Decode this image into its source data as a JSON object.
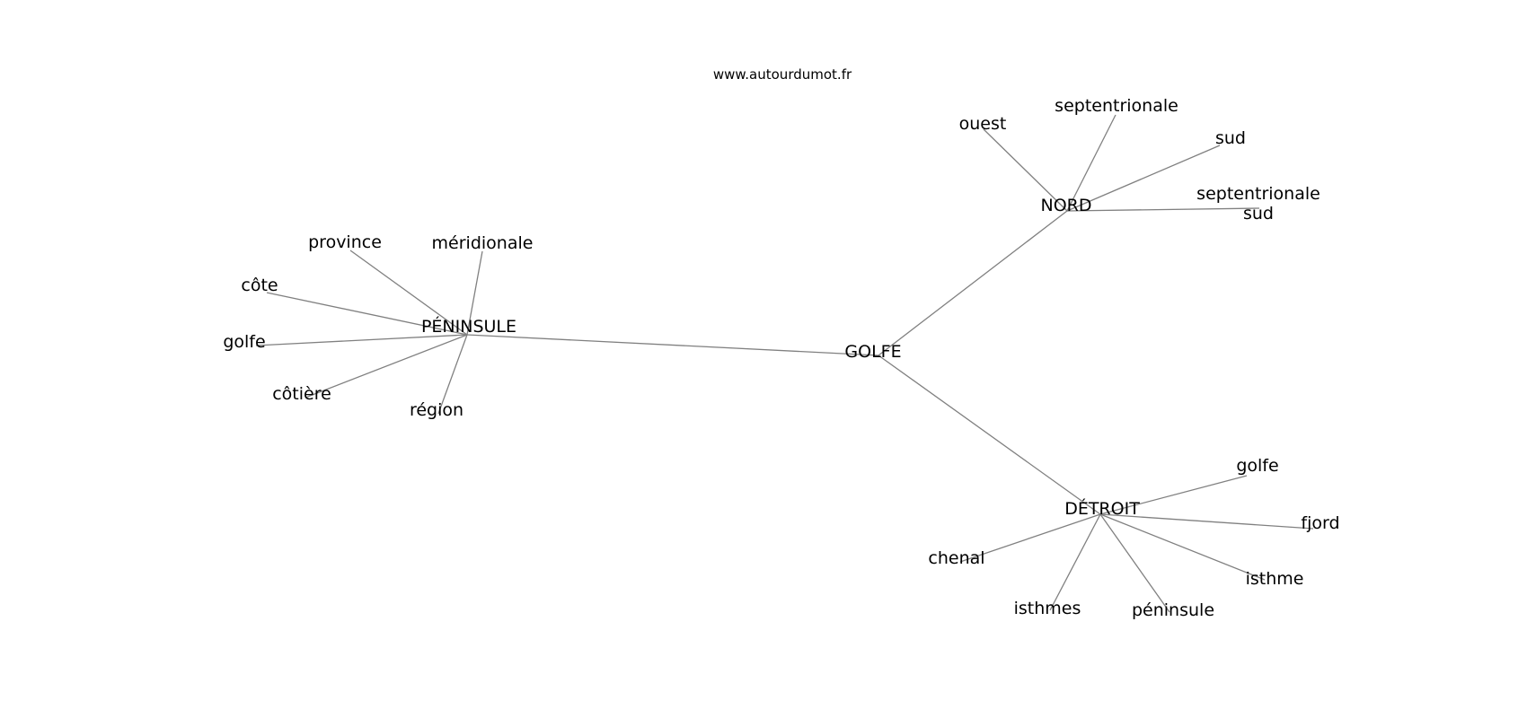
{
  "header": {
    "site": "www.autourdumot.fr"
  },
  "graph": {
    "nodes": [
      {
        "id": "golfe_center",
        "label": "GOLFE"
      },
      {
        "id": "peninsule",
        "label": "PÉNINSULE"
      },
      {
        "id": "nord",
        "label": "NORD"
      },
      {
        "id": "detroit",
        "label": "DÉTROIT"
      },
      {
        "id": "province",
        "label": "province"
      },
      {
        "id": "meridionale",
        "label": "méridionale"
      },
      {
        "id": "cote",
        "label": "côte"
      },
      {
        "id": "golfe_p",
        "label": "golfe"
      },
      {
        "id": "cotiere",
        "label": "côtière"
      },
      {
        "id": "region",
        "label": "région"
      },
      {
        "id": "ouest",
        "label": "ouest"
      },
      {
        "id": "septentrionale",
        "label": "septentrionale"
      },
      {
        "id": "sud",
        "label": "sud"
      },
      {
        "id": "sept_sud",
        "label": "septentrionale\nsud"
      },
      {
        "id": "golfe_d",
        "label": "golfe"
      },
      {
        "id": "fjord",
        "label": "fjord"
      },
      {
        "id": "isthme",
        "label": "isthme"
      },
      {
        "id": "peninsule_d",
        "label": "péninsule"
      },
      {
        "id": "isthmes",
        "label": "isthmes"
      },
      {
        "id": "chenal",
        "label": "chenal"
      }
    ],
    "edges": [
      [
        "golfe_center",
        "peninsule"
      ],
      [
        "golfe_center",
        "nord"
      ],
      [
        "golfe_center",
        "detroit"
      ],
      [
        "peninsule",
        "province"
      ],
      [
        "peninsule",
        "meridionale"
      ],
      [
        "peninsule",
        "cote"
      ],
      [
        "peninsule",
        "golfe_p"
      ],
      [
        "peninsule",
        "cotiere"
      ],
      [
        "peninsule",
        "region"
      ],
      [
        "nord",
        "ouest"
      ],
      [
        "nord",
        "septentrionale"
      ],
      [
        "nord",
        "sud"
      ],
      [
        "nord",
        "sept_sud"
      ],
      [
        "detroit",
        "golfe_d"
      ],
      [
        "detroit",
        "fjord"
      ],
      [
        "detroit",
        "isthme"
      ],
      [
        "detroit",
        "peninsule_d"
      ],
      [
        "detroit",
        "isthmes"
      ],
      [
        "detroit",
        "chenal"
      ]
    ]
  },
  "colors": {
    "edge": "#808080",
    "text": "#000000",
    "background": "#ffffff"
  }
}
